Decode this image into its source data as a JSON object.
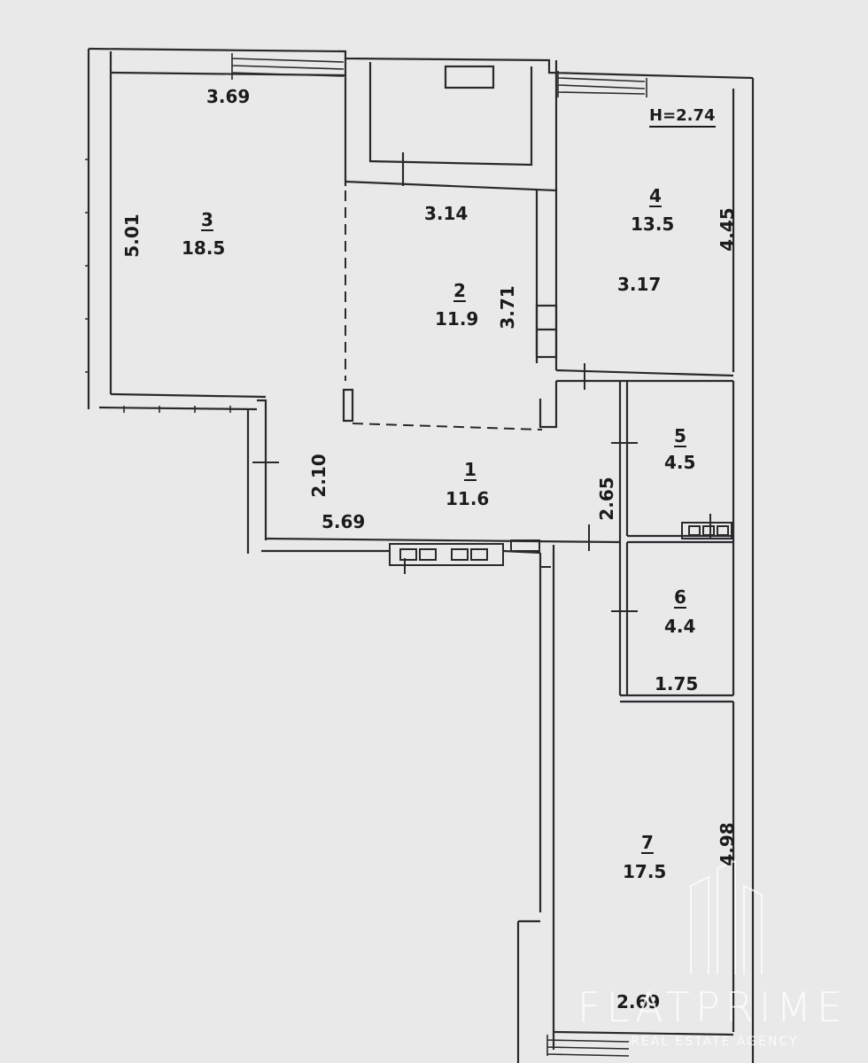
{
  "ceiling_height": "H=2.74",
  "rooms": [
    {
      "id": "room-1",
      "number": "1",
      "area": "11.6"
    },
    {
      "id": "room-2",
      "number": "2",
      "area": "11.9"
    },
    {
      "id": "room-3",
      "number": "3",
      "area": "18.5"
    },
    {
      "id": "room-4",
      "number": "4",
      "area": "13.5"
    },
    {
      "id": "room-5",
      "number": "5",
      "area": "4.5"
    },
    {
      "id": "room-6",
      "number": "6",
      "area": "4.4"
    },
    {
      "id": "room-7",
      "number": "7",
      "area": "17.5"
    }
  ],
  "dimensions": {
    "room3_width": "3.69",
    "room3_length": "5.01",
    "room2_width": "3.14",
    "room2_length": "3.71",
    "room4_width": "3.17",
    "room4_length": "4.45",
    "room1_length": "5.69",
    "room1_width": "2.10",
    "corridor_length": "2.65",
    "room6_width": "1.75",
    "room7_length": "4.98",
    "room7_width": "2.69"
  },
  "watermark": {
    "name": "FLATPRIME",
    "subtitle": "REAL ESTATE AGENCY"
  },
  "colors": {
    "background": "#e9e9ea",
    "wall": "#2a2a2c",
    "wall_fill": "#d9d9db",
    "text": "#1b1b1d"
  }
}
